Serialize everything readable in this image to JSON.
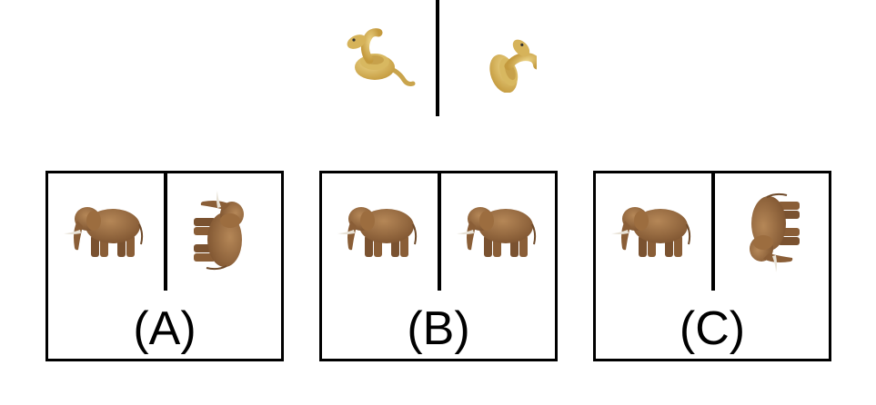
{
  "options": {
    "a": {
      "label": "(A)"
    },
    "b": {
      "label": "(B)"
    },
    "c": {
      "label": "(C)"
    }
  },
  "icons": {
    "snake": "snake-icon",
    "elephant": "elephant-icon"
  },
  "colors": {
    "snake_body": "#d9b659",
    "snake_shadow": "#b8923a",
    "elephant_body": "#8f6136",
    "elephant_light": "#b08050",
    "tusk": "#e8e2d6",
    "line": "#000000"
  }
}
